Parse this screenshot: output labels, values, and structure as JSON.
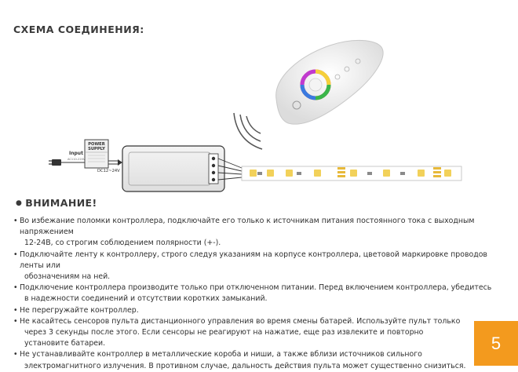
{
  "title": "СХЕМА СОЕДИНЕНИЯ:",
  "diagram": {
    "power_supply_label_1": "POWER",
    "power_supply_label_2": "SUPPLY",
    "input_label": "Input",
    "input_sub_label": "AC110-220V",
    "dc_label": "DC12~24V"
  },
  "warning_heading": "ВНИМАНИЕ!",
  "rules": [
    {
      "line1": "Во избежание поломки контроллера, подключайте его только к источникам питания постоянного тока с выходным напряжением",
      "line2": "12-24В, со строгим соблюдением полярности (+-)."
    },
    {
      "line1": "Подключайте ленту к контроллеру, строго следуя указаниям на корпусе контроллера, цветовой маркировке проводов ленты или",
      "line2": "обозначениям на ней."
    },
    {
      "line1": "Подключение контроллера производите только при отключенном питании. Перед включением контроллера, убедитесь",
      "line2": "в надежности соединений и отсутствии коротких замыканий."
    },
    {
      "line1": "Не перегружайте контроллер.",
      "line2": ""
    },
    {
      "line1": "Не касайтесь сенсоров пульта дистанционного управления во время смены батарей. Используйте пульт только",
      "line2": "через 3 секунды после этого. Если сенсоры не реагируют на нажатие, еще раз извлеките и повторно",
      "line3": "установите батареи."
    },
    {
      "line1": "Не устанавливайте контроллер в металлические короба и ниши, а также вблизи источников сильного",
      "line2": "электромагнитного излучения. В противном случае, дальность действия пульта может существенно снизиться."
    }
  ],
  "page_number": "5",
  "colors": {
    "accent": "#f39a1e",
    "led_yellow": "#f2d15a"
  }
}
